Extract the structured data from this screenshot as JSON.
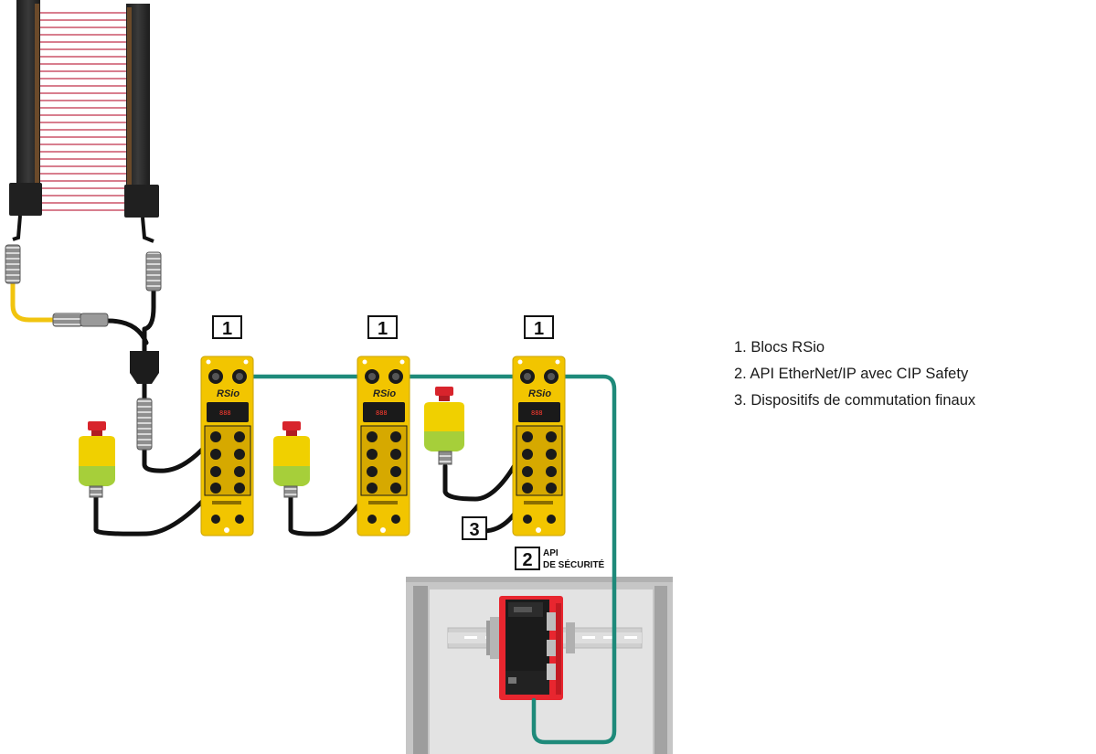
{
  "tags": {
    "rsio_block_1": "1",
    "rsio_block_2": "1",
    "rsio_block_3": "1",
    "safety_plc": "2",
    "end_switching_devices": "3"
  },
  "plc_label": {
    "line1": "API",
    "line2": "DE SÉCURITÉ"
  },
  "module_logo": "RSio",
  "display_text": "888",
  "legend": [
    "1. Blocs RSio",
    "2. API EtherNet/IP avec CIP Safety",
    "3. Dispositifs de commutation finaux"
  ],
  "colors": {
    "module_yellow": "#f2c500",
    "network_cable": "#1e8a7a",
    "io_cable": "#111111",
    "plc_red": "#e8262f",
    "light_beam": "#c0304a",
    "estop_red": "#d8242c",
    "station_yellow": "#f0d000",
    "station_green": "#a6cf3a",
    "yellow_cable": "#f1c40f",
    "cabinet_gray": "#bdbdbd"
  }
}
